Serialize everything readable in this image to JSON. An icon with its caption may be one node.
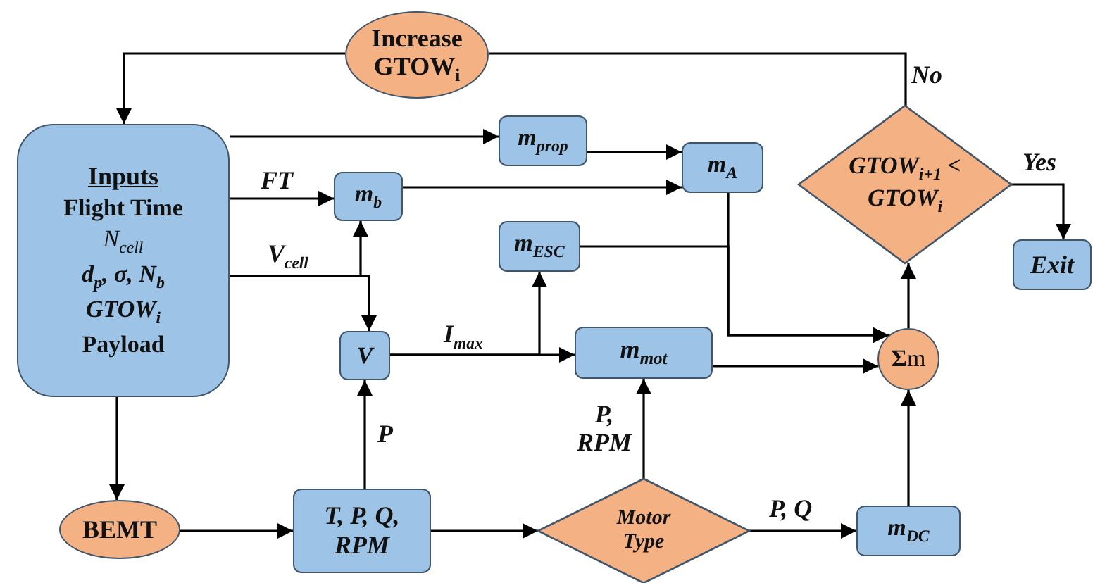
{
  "diagram": {
    "nodes": [
      {
        "text": [
          "Inputs",
          "Flight Time",
          "N$_{cell}$",
          "d$_{p}$, σ, N$_{b}$",
          "GTOW$_{i}$",
          "Payload"
        ]
      },
      {
        "text": [
          "Increase GTOW$_{i}$"
        ]
      },
      {
        "text": [
          "**m**$_{prop}$"
        ]
      },
      {
        "text": [
          "m$_{A}$"
        ]
      },
      {
        "text": [
          "m$_{b}$"
        ]
      },
      {
        "text": [
          "m$_{ESC}$"
        ]
      },
      {
        "text": [
          "GTOW$_{i+1}$ < GTOW$_{i}$"
        ]
      },
      {
        "text": [
          "Exit"
        ]
      },
      {
        "text": [
          "V"
        ]
      },
      {
        "text": [
          "**m**$_{mot}$"
        ]
      },
      {
        "text": [
          "**Σ**m"
        ]
      },
      {
        "text": [
          "BEMT"
        ]
      },
      {
        "text": [
          "T, P, Q, RPM"
        ]
      },
      {
        "text": [
          "Motor Type"
        ]
      },
      {
        "text": [
          "m$_{DC}$"
        ]
      }
    ],
    "edges": [
      {
        "from": 1,
        "to": 0,
        "arrow": "to"
      },
      {
        "from": 6,
        "to": 1,
        "arrow": "none",
        "label": "No"
      },
      {
        "from": 0,
        "to": 2,
        "arrow": "to"
      },
      {
        "from": 0,
        "to": 4,
        "arrow": "to",
        "label": "FT"
      },
      {
        "from": 0,
        "to": 4,
        "arrow": "to"
      },
      {
        "from": 0,
        "to": 8,
        "arrow": "to",
        "label": "V$_{cell}$"
      },
      {
        "from": 2,
        "to": 3,
        "arrow": "to"
      },
      {
        "from": 4,
        "to": 3,
        "arrow": "to"
      },
      {
        "from": 5,
        "to": 10,
        "arrow": "to"
      },
      {
        "from": 3,
        "to": 10,
        "arrow": "to"
      },
      {
        "from": 8,
        "to": 9,
        "arrow": "to",
        "label": "I$_{max}$"
      },
      {
        "from": 8,
        "to": 5,
        "arrow": "to"
      },
      {
        "from": 9,
        "to": 10,
        "arrow": "to"
      },
      {
        "from": 12,
        "to": 8,
        "arrow": "to",
        "label": "P"
      },
      {
        "from": 11,
        "to": 12,
        "arrow": "to"
      },
      {
        "from": 0,
        "to": 11,
        "arrow": "to"
      },
      {
        "from": 12,
        "to": 13,
        "arrow": "to"
      },
      {
        "from": 13,
        "to": 9,
        "arrow": "to",
        "label": "P, RPM"
      },
      {
        "from": 13,
        "to": 14,
        "arrow": "to",
        "label": "P, Q"
      },
      {
        "from": 14,
        "to": 10,
        "arrow": "to"
      },
      {
        "from": 10,
        "to": 6,
        "arrow": "to"
      },
      {
        "from": 6,
        "to": 7,
        "arrow": "to",
        "label": "Yes"
      }
    ]
  }
}
